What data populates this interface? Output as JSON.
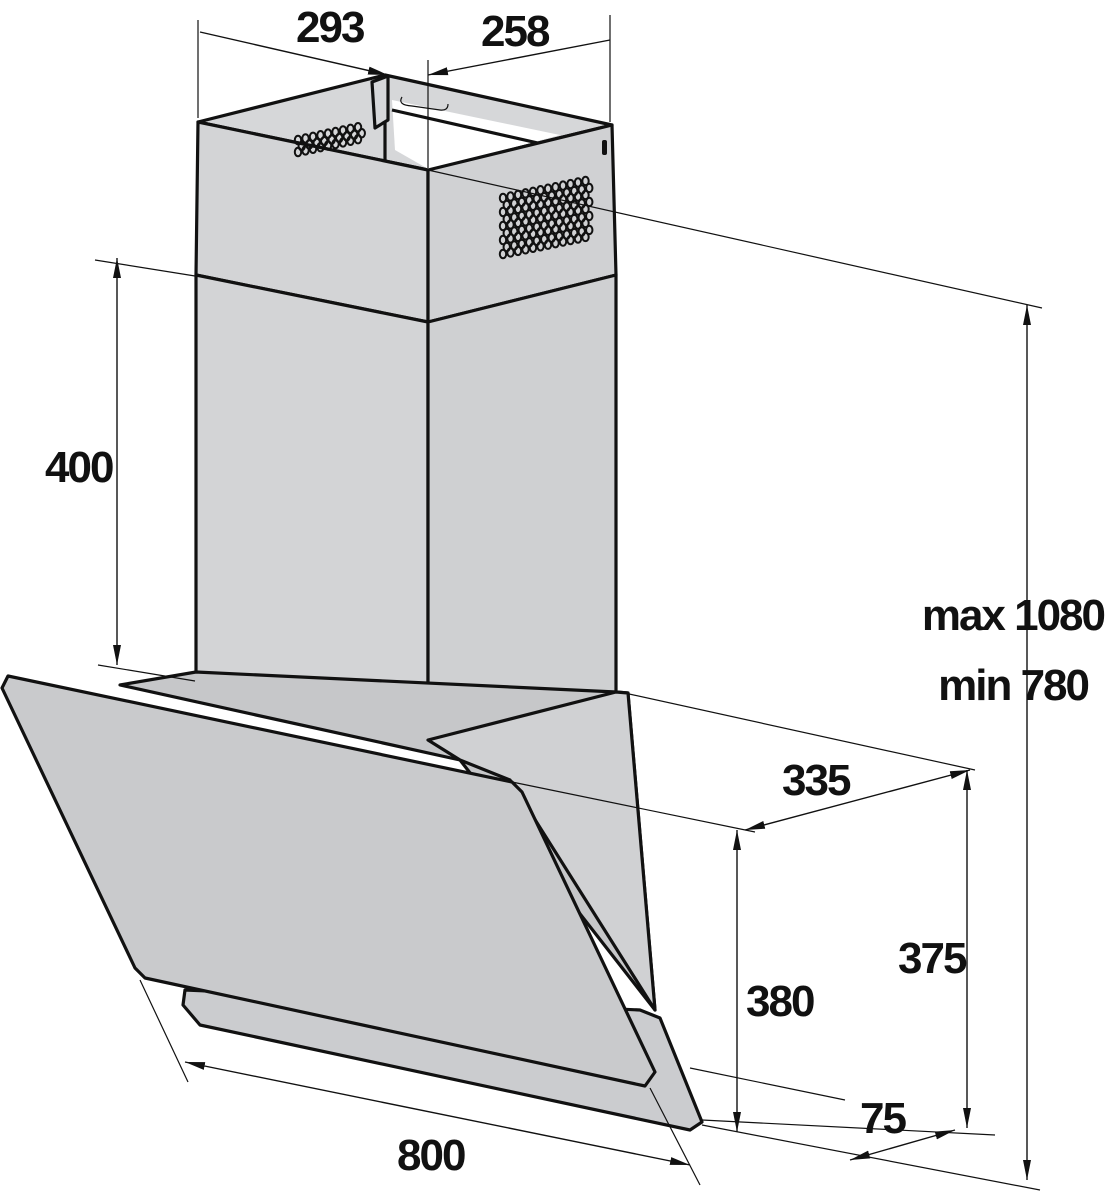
{
  "title": "Cooker hood dimension drawing",
  "colors": {
    "body": "#d3d4d6",
    "glass": "#c9cacc",
    "line": "#111111"
  },
  "dimensions": {
    "chimney_width": "293",
    "chimney_depth": "258",
    "upper_chimney_height": "400",
    "total_height_max": "max 1080",
    "total_height_min": "min 780",
    "hood_depth": "335",
    "back_height": "375",
    "front_height": "380",
    "offset": "75",
    "width": "800"
  }
}
